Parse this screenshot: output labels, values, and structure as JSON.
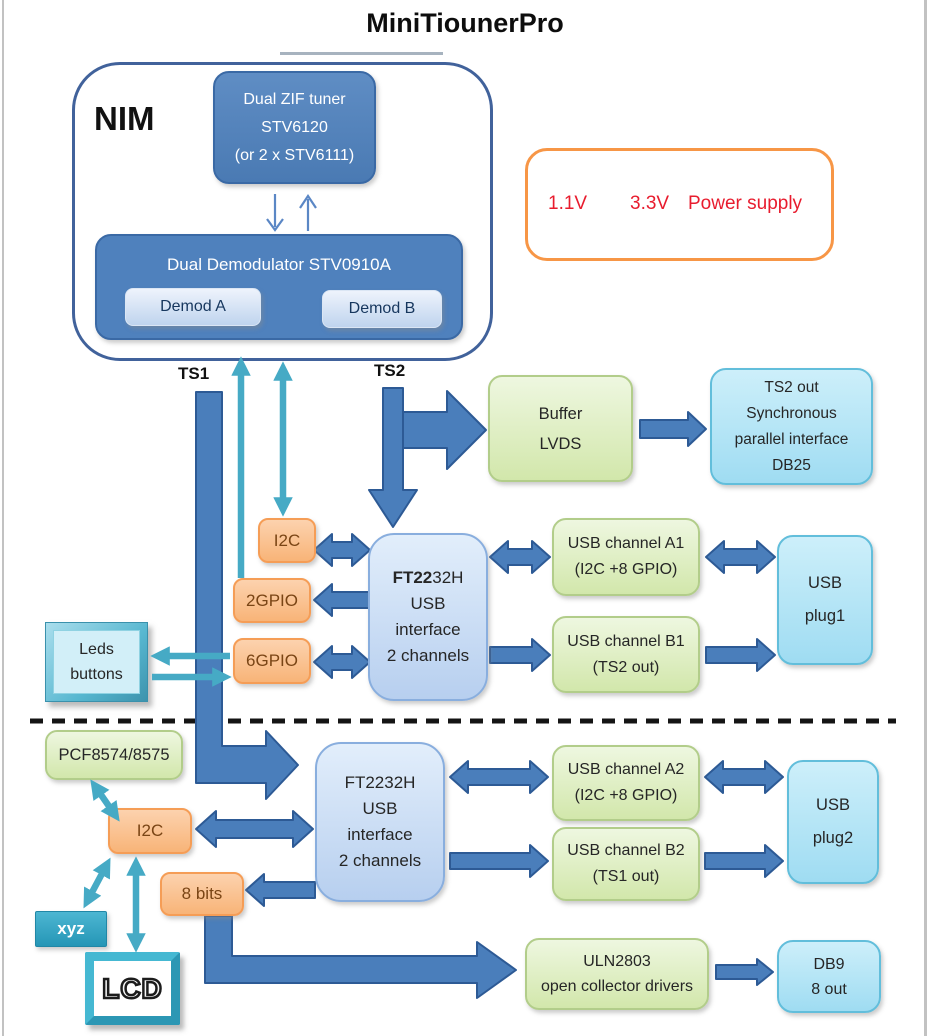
{
  "title": "MiniTiounerPro",
  "colors": {
    "blue_arrow": "#4a7ebb",
    "blue_arrow_border": "#2d5a95",
    "teal_arrow": "#46aac5",
    "steel_box": "#4f81bd",
    "power_border": "#f79646",
    "power_text": "#e81c2e"
  },
  "nim": {
    "label": "NIM",
    "tuner_lines": [
      "Dual ZIF tuner",
      "STV6120",
      "(or 2 x STV6111)"
    ],
    "demod_title": "Dual Demodulator  STV0910A",
    "demod_a": "Demod A",
    "demod_b": "Demod B"
  },
  "power": {
    "v1": "1.1V",
    "v2": "3.3V",
    "label": "Power supply"
  },
  "ts1": "TS1",
  "ts2": "TS2",
  "buffer": [
    "Buffer",
    "LVDS"
  ],
  "ts2_out": [
    "TS2 out",
    "Synchronous",
    "parallel interface",
    "DB25"
  ],
  "i2c_top": "I2C",
  "gpio2": "2GPIO",
  "gpio6": "6GPIO",
  "ft1": {
    "bold": "FT22",
    "rest": "32H",
    "lines": [
      "USB",
      "interface",
      "2 channels"
    ]
  },
  "usb_a1": [
    "USB channel A1",
    "(I2C +8 GPIO)"
  ],
  "usb_b1": [
    "USB channel B1",
    "(TS2 out)"
  ],
  "plug1": [
    "USB",
    "plug1"
  ],
  "leds": [
    "Leds",
    "buttons"
  ],
  "pcf": "PCF8574/8575",
  "i2c_bottom": "I2C",
  "xyz": "xyz",
  "lcd": "LCD",
  "bits8": "8 bits",
  "ft2": [
    "FT2232H",
    "USB",
    "interface",
    "2 channels"
  ],
  "usb_a2": [
    "USB channel A2",
    "(I2C +8 GPIO)"
  ],
  "usb_b2": [
    "USB channel B2",
    "(TS1 out)"
  ],
  "plug2": [
    "USB",
    "plug2"
  ],
  "uln": [
    "ULN2803",
    "open collector drivers"
  ],
  "db9": [
    "DB9",
    "8 out"
  ]
}
